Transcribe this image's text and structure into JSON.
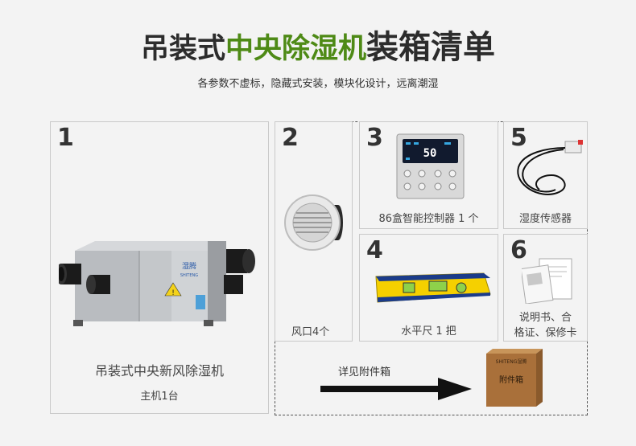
{
  "title": {
    "part1": "吊装式",
    "part2": "中央除湿机",
    "part3": "装箱清单"
  },
  "subtitle": "各参数不虚标，隐藏式安装，模块化设计，远离潮湿",
  "items": [
    {
      "num": "1",
      "name": "吊装式中央新风除湿机",
      "qty": "主机1台",
      "brand": "湿腾",
      "brand_en": "SHITENG"
    },
    {
      "num": "2",
      "label": "风口4个"
    },
    {
      "num": "3",
      "label": "86盒智能控制器 1 个",
      "display": "50"
    },
    {
      "num": "5",
      "label": "湿度传感器"
    },
    {
      "num": "4",
      "label": "水平尺 1 把"
    },
    {
      "num": "6",
      "label_line1": "说明书、合",
      "label_line2": "格证、保修卡"
    }
  ],
  "accessory": {
    "arrow_label": "详见附件箱",
    "box_brand": "SHITENG湿腾",
    "box_label": "附件箱"
  },
  "colors": {
    "accent_green": "#4e8a16",
    "level_yellow": "#f5d000",
    "level_blue": "#1a3b8a"
  }
}
